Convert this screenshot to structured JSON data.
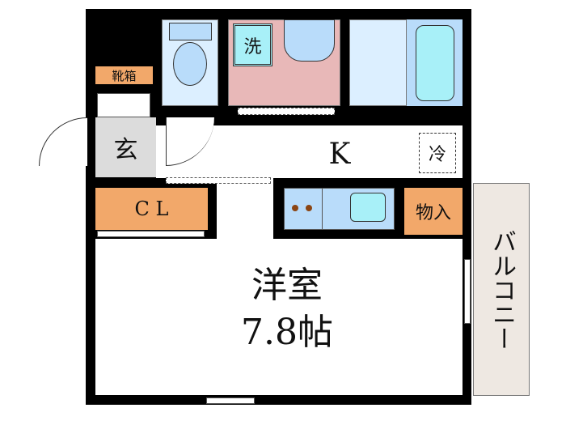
{
  "labels": {
    "shoe_box": "靴箱",
    "entrance": "玄",
    "washer": "洗",
    "kitchen": "K",
    "fridge": "冷",
    "closet": "C L",
    "storage": "物入",
    "room_name": "洋室",
    "room_size": "7.8帖",
    "balcony": "バルコニー"
  },
  "colors": {
    "wall": "#000000",
    "storage": "#f2a86a",
    "water": "#dcefff",
    "fixture": "#b9dcfa",
    "fixture_inner": "#a8f0f8",
    "wash_room": "#e8b8b8",
    "entrance": "#dcdcdc",
    "balcony": "#eee8e2"
  }
}
